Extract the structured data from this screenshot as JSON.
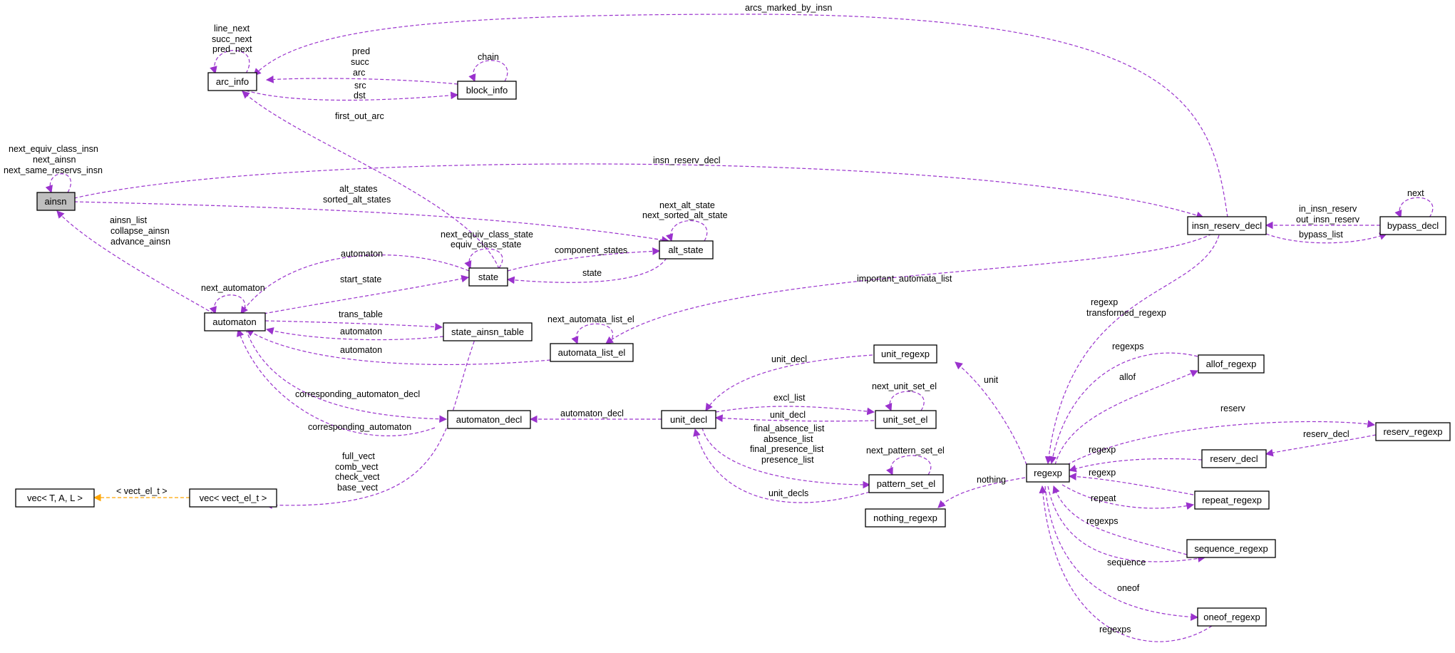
{
  "colors": {
    "edge": "#9a32cd",
    "inherit": "#ffa500",
    "node_border": "#000000",
    "highlight_fill": "#bfbfbf"
  },
  "nodes": {
    "ainsn": "ainsn",
    "arc_info": "arc_info",
    "block_info": "block_info",
    "state": "state",
    "alt_state": "alt_state",
    "automaton": "automaton",
    "state_ainsn_table": "state_ainsn_table",
    "automata_list_el": "automata_list_el",
    "automaton_decl": "automaton_decl",
    "unit_decl": "unit_decl",
    "unit_regexp": "unit_regexp",
    "unit_set_el": "unit_set_el",
    "pattern_set_el": "pattern_set_el",
    "nothing_regexp": "nothing_regexp",
    "regexp": "regexp",
    "insn_reserv_decl": "insn_reserv_decl",
    "bypass_decl": "bypass_decl",
    "allof_regexp": "allof_regexp",
    "reserv_regexp": "reserv_regexp",
    "reserv_decl": "reserv_decl",
    "repeat_regexp": "repeat_regexp",
    "sequence_regexp": "sequence_regexp",
    "oneof_regexp": "oneof_regexp",
    "vec_vect_el_t": "vec< vect_el_t >",
    "vec_T_A_L": "vec< T, A, L >"
  },
  "labels": {
    "arcs_marked_by_insn": "arcs_marked_by_insn",
    "line_next": "line_next",
    "succ_next": "succ_next",
    "pred_next": "pred_next",
    "chain": "chain",
    "pred": "pred",
    "succ": "succ",
    "arc": "arc",
    "src": "src",
    "dst": "dst",
    "first_out_arc": "first_out_arc",
    "next_equiv_class_insn": "next_equiv_class_insn",
    "next_ainsn": "next_ainsn",
    "next_same_reservs_insn": "next_same_reservs_insn",
    "insn_reserv_decl": "insn_reserv_decl",
    "alt_states": "alt_states",
    "sorted_alt_states": "sorted_alt_states",
    "next_alt_state": "next_alt_state",
    "next_sorted_alt_state": "next_sorted_alt_state",
    "ainsn_list": "ainsn_list",
    "collapse_ainsn": "collapse_ainsn",
    "advance_ainsn": "advance_ainsn",
    "next_equiv_class_state": "next_equiv_class_state",
    "equiv_class_state": "equiv_class_state",
    "automaton_state": "automaton",
    "component_states": "component_states",
    "start_state": "start_state",
    "state": "state",
    "next_automaton": "next_automaton",
    "important_automata_list": "important_automata_list",
    "trans_table": "trans_table",
    "automaton_table": "automaton",
    "next_automata_list_el": "next_automata_list_el",
    "automaton_list": "automaton",
    "regexp": "regexp",
    "transformed_regexp": "transformed_regexp",
    "unit_decl": "unit_decl",
    "regexps_allof": "regexps",
    "allof": "allof",
    "unit": "unit",
    "next_unit_set_el": "next_unit_set_el",
    "corresponding_automaton_decl": "corresponding_automaton_decl",
    "excl_list": "excl_list",
    "unit_decl_set": "unit_decl",
    "automaton_decl": "automaton_decl",
    "reserv": "reserv",
    "reserv_decl": "reserv_decl",
    "corresponding_automaton": "corresponding_automaton",
    "final_absence_list": "final_absence_list",
    "absence_list": "absence_list",
    "final_presence_list": "final_presence_list",
    "presence_list": "presence_list",
    "regexp_reserv": "regexp",
    "next_pattern_set_el": "next_pattern_set_el",
    "full_vect": "full_vect",
    "comb_vect": "comb_vect",
    "check_vect": "check_vect",
    "base_vect": "base_vect",
    "vect_el_t": "< vect_el_t >",
    "nothing": "nothing",
    "regexp_repeat": "regexp",
    "unit_decls": "unit_decls",
    "repeat": "repeat",
    "regexps_sequence": "regexps",
    "sequence": "sequence",
    "oneof": "oneof",
    "regexps_oneof": "regexps",
    "next_bypass": "next",
    "in_insn_reserv": "in_insn_reserv",
    "out_insn_reserv": "out_insn_reserv",
    "bypass_list": "bypass_list"
  }
}
